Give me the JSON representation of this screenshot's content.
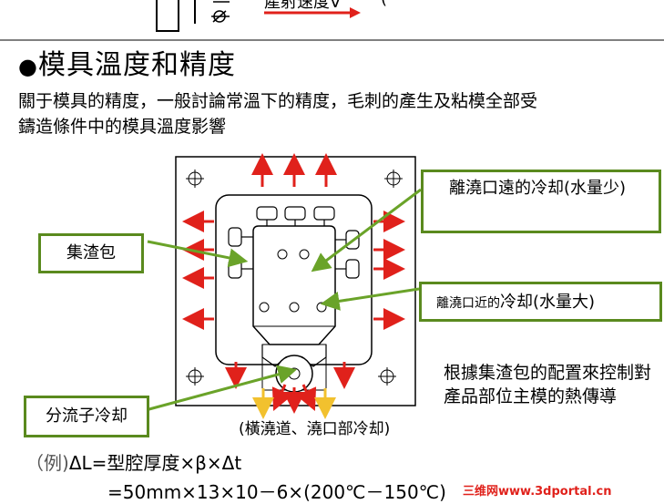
{
  "header": {
    "fragment_text": "產射速度V",
    "fragment_text2": "("
  },
  "section": {
    "bullet": "●",
    "title": "模具溫度和精度",
    "intro_line1": "關于模具的精度，一般討論常溫下的精度，毛刺的產生及粘模全部受",
    "intro_line2": "鑄造條件中的模具溫度影響"
  },
  "callouts": {
    "overflow": "集渣包",
    "far_cooling": "離澆口遠的冷却(水量少)",
    "near_cooling_small": "離澆口近的",
    "near_cooling_large": "冷却(水量大)",
    "runner_cooling": "分流子冷却"
  },
  "note": "根據集渣包的配置來控制對產品部位主模的熱傳導",
  "caption": "(橫澆道、澆口部冷却)",
  "formula": {
    "line1_prefix": "（例)",
    "line1": "ΔL=型腔厚度×β×Δt",
    "line2": "=50mm×13×10－6×(200℃－150℃)"
  },
  "watermark": "三维网www.3dportal.cn",
  "colors": {
    "arrow_red": "#e0211b",
    "arrow_yellow": "#f2c12e",
    "callout_border": "#5a8a1e",
    "leader_green": "#6aa329"
  }
}
